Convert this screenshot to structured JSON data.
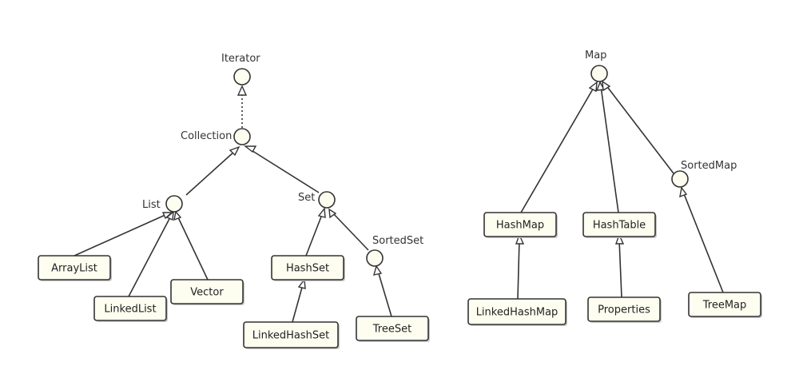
{
  "interfaces": {
    "iterator": "Iterator",
    "collection": "Collection",
    "list": "List",
    "set": "Set",
    "sorted_set": "SortedSet",
    "map": "Map",
    "sorted_map": "SortedMap"
  },
  "classes": {
    "array_list": "ArrayList",
    "linked_list": "LinkedList",
    "vector": "Vector",
    "hash_set": "HashSet",
    "linked_hash_set": "LinkedHashSet",
    "tree_set": "TreeSet",
    "hash_map": "HashMap",
    "hash_table": "HashTable",
    "linked_hash_map": "LinkedHashMap",
    "properties": "Properties",
    "tree_map": "TreeMap"
  }
}
